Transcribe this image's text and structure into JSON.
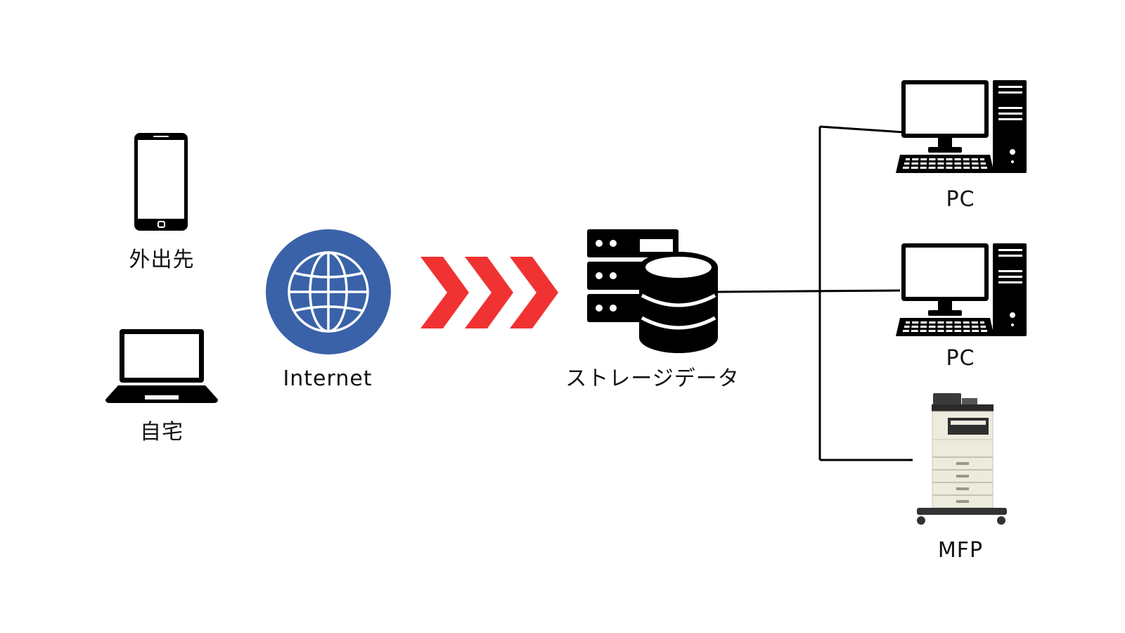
{
  "labels": {
    "outside": "外出先",
    "home": "自宅",
    "internet": "Internet",
    "storage": "ストレージデータ",
    "pc1": "PC",
    "pc2": "PC",
    "mfp": "MFP"
  },
  "colors": {
    "globe_circle": "#3A62A8",
    "arrow": "#F03232",
    "icon": "#000000",
    "mfp_body": "#EDEBDD",
    "mfp_dark": "#333333"
  },
  "icons": {
    "smartphone": "smartphone-icon",
    "laptop": "laptop-icon",
    "globe": "globe-icon",
    "arrows": "chevron-right-icon",
    "storage": "database-server-icon",
    "pc": "desktop-computer-icon",
    "mfp": "printer-mfp-icon"
  }
}
